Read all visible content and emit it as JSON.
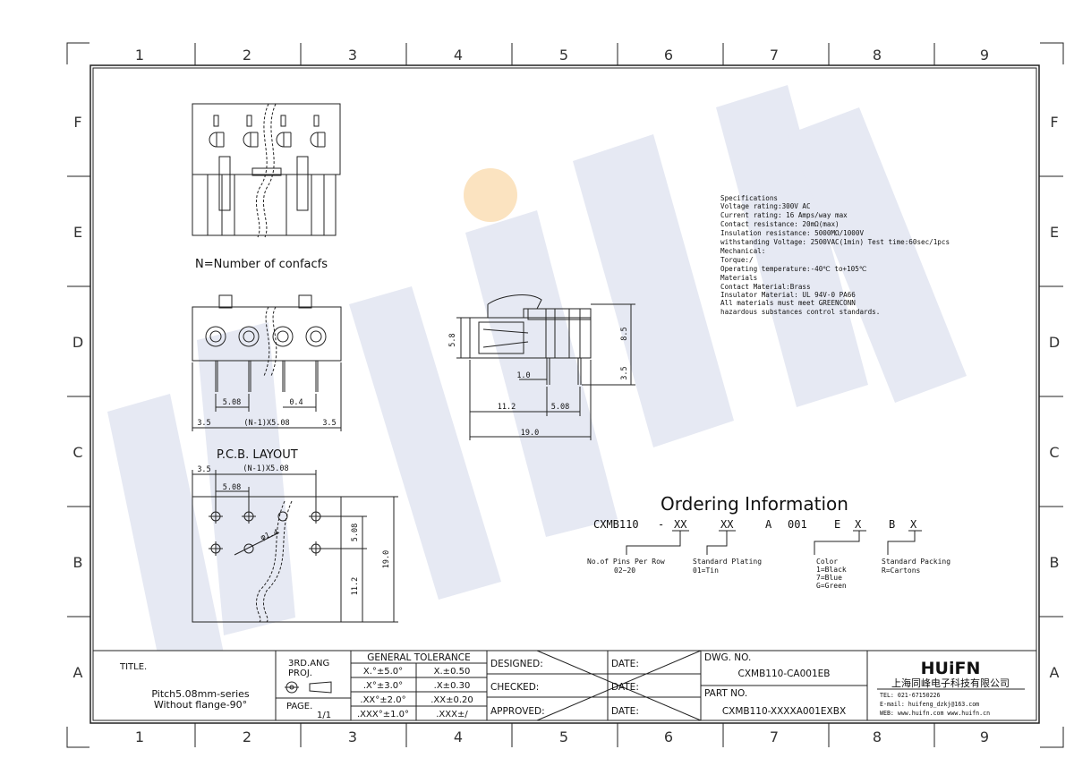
{
  "border": {
    "columns": [
      "1",
      "2",
      "3",
      "4",
      "5",
      "6",
      "7",
      "8",
      "9"
    ],
    "rows": [
      "F",
      "E",
      "D",
      "C",
      "B",
      "A"
    ]
  },
  "watermark": {
    "text": "HUiFN",
    "dot_color": "#fbe3c0",
    "text_color": "#e6e9f3"
  },
  "views": {
    "n_label": "N=Number of confacfs",
    "dim_508": "5.08",
    "dim_04": "0.4",
    "dim_35_left": "3.5",
    "dim_n1": "(N-1)X5.08",
    "dim_35_right": "3.5"
  },
  "side_view": {
    "dim_58": "5.8",
    "dim_85": "8.5",
    "dim_35": "3.5",
    "dim_10": "1.0",
    "dim_112": "11.2",
    "dim_508": "5.08",
    "dim_190": "19.0"
  },
  "pcb": {
    "title": "P.C.B. LAYOUT",
    "dim_35": "3.5",
    "dim_n1": "(N-1)X5.08",
    "dim_508": "5.08",
    "dim_phi": "φ1.4",
    "dim_508_v": "5.08",
    "dim_112": "11.2",
    "dim_190": "19.0"
  },
  "specs": {
    "lines": [
      "Specifications",
      "Voltage rating:300V AC",
      "Current rating: 16 Amps/way max",
      "Contact resistance: 20mΩ(max)",
      "Insulation resistance: 5000MΩ/1000V",
      "withstanding Voltage: 2500VAC(1min) Test time:60sec/1pcs",
      "Mechanical:",
      "Torque:/",
      "Operating temperature:-40℃ to+105℃",
      "Materials",
      "Contact Material:Brass",
      "Insulator Material: UL 94V-0 PA66",
      "All materials must meet GREENCONN",
      "hazardous substances control standards."
    ]
  },
  "ordering": {
    "title": "Ordering Information",
    "code_parts": [
      "CXMB110",
      "-",
      "XX",
      "XX",
      "A",
      "001",
      "E",
      "X",
      "B",
      "X"
    ],
    "pins_label_1": "No.of Pins Per Row",
    "pins_label_2": "02~20",
    "plating_label_1": "Standard Plating",
    "plating_label_2": "01=Tin",
    "color_lines": [
      "Color",
      "1=Black",
      "7=Blue",
      "G=Green"
    ],
    "packing_label_1": "Standard Packing",
    "packing_label_2": "R=Cartons"
  },
  "title_block": {
    "title_label": "TITLE.",
    "title_line1": "Pitch5.08mm-series",
    "title_line2": "Without flange-90°",
    "proj_line1": "3RD.ANG",
    "proj_line2": "PROJ.",
    "page_label": "PAGE.",
    "page_value": "1/1",
    "tol_header": "GENERAL TOLERANCE",
    "tol_rows": [
      [
        "X.°±5.0°",
        "X.±0.50"
      ],
      [
        ".X°±3.0°",
        ".X±0.30"
      ],
      [
        ".XX°±2.0°",
        ".XX±0.20"
      ],
      [
        ".XXX°±1.0°",
        ".XXX±/"
      ]
    ],
    "designed": "DESIGNED:",
    "checked": "CHECKED:",
    "approved": "APPROVED:",
    "date": "DATE:",
    "dwg_label": "DWG. NO.",
    "dwg_value": "CXMB110-CA001EB",
    "part_label": "PART NO.",
    "part_value": "CXMB110-XXXXA001EXBX",
    "company_logo": "HUiFN",
    "company_cn": "上海同峰电子科技有限公司",
    "tel": "TEL: 021-67150226",
    "email": "E-mail: huifeng_dzkj@163.com",
    "web": "WEB: www.huifn.com  www.huifn.cn"
  }
}
